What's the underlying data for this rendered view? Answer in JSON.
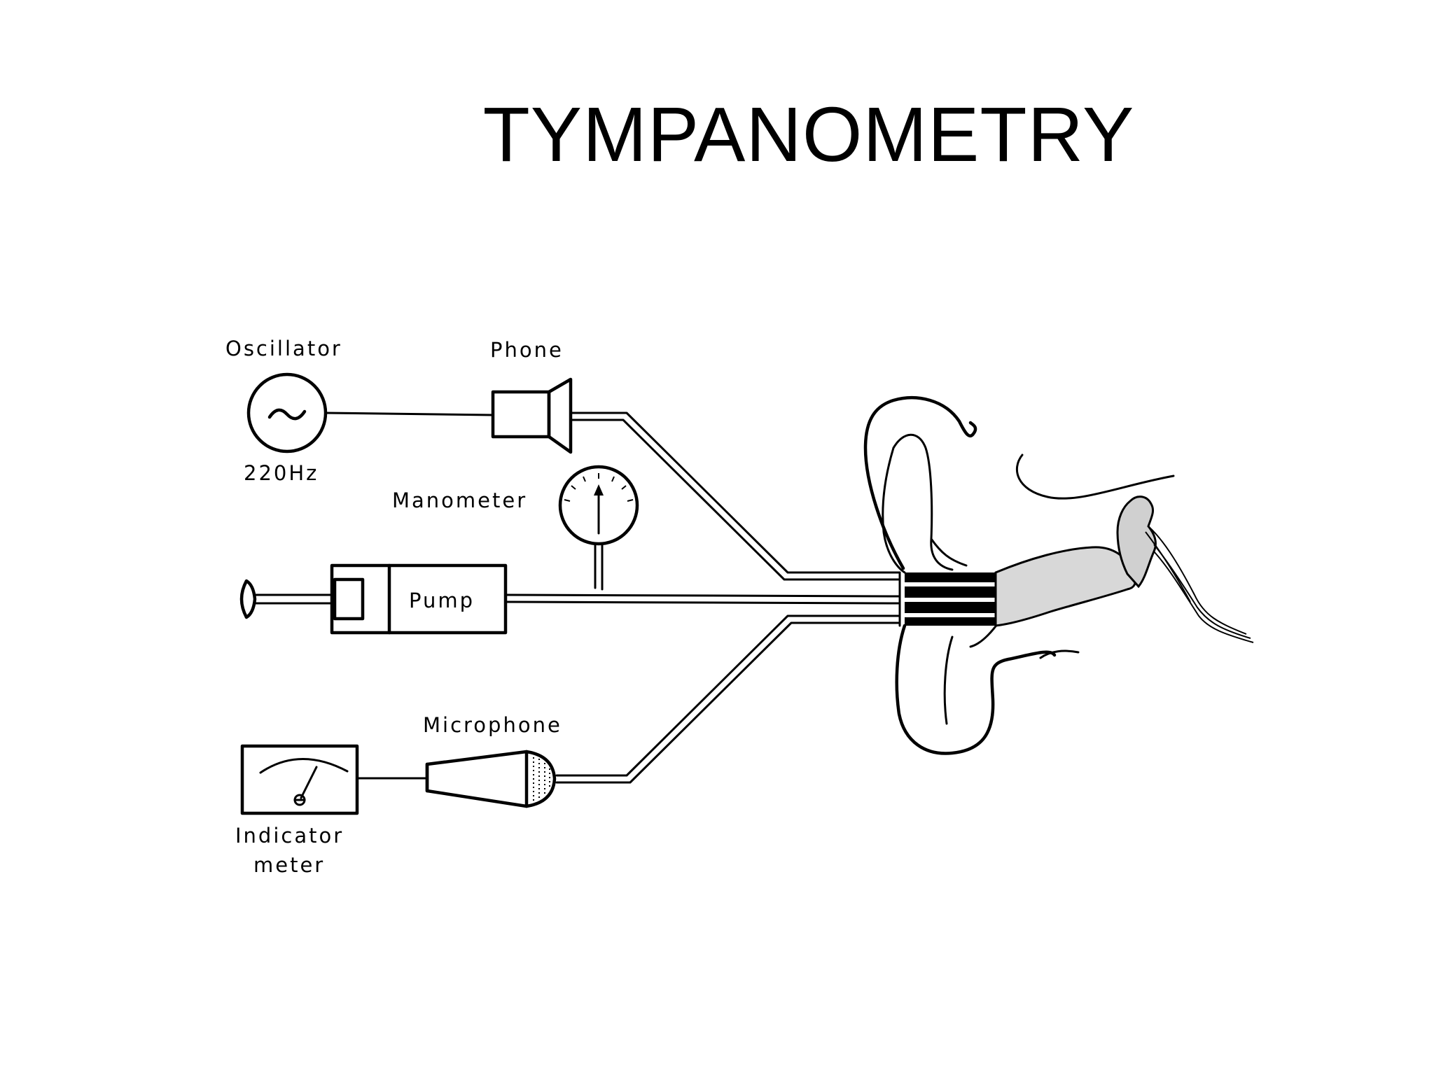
{
  "title": "TYMPANOMETRY",
  "labels": {
    "oscillator": "Oscillator",
    "frequency": "220Hz",
    "phone": "Phone",
    "manometer": "Manometer",
    "pump": "Pump",
    "microphone": "Microphone",
    "indicator_line1": "Indicator",
    "indicator_line2": "meter"
  },
  "symbols": {
    "oscillator": "~"
  },
  "colors": {
    "ink": "#000000",
    "background": "#ffffff"
  }
}
